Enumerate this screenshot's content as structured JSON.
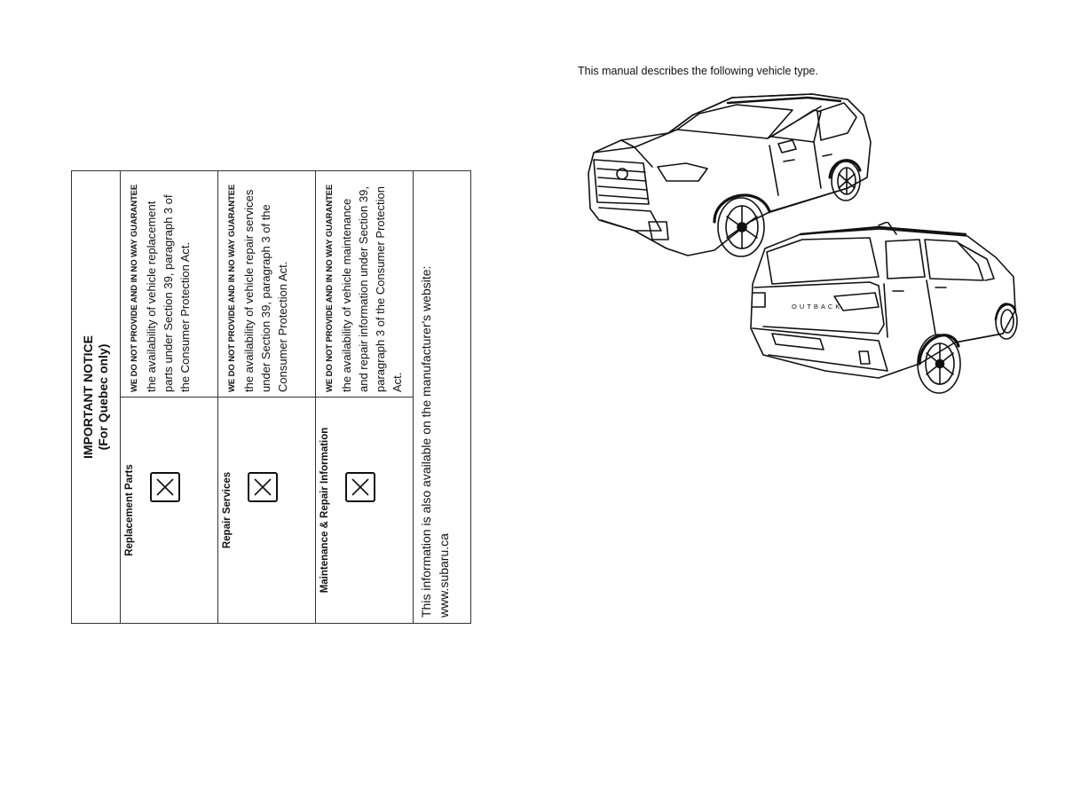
{
  "notice": {
    "title": "IMPORTANT NOTICE",
    "subtitle": "(For Quebec only)",
    "rows": [
      {
        "category": "Replacement Parts",
        "lead": "WE DO NOT PROVIDE AND IN NO WAY GUARANTEE",
        "text": " the availability of vehicle replacement parts under Section 39, paragraph 3 of the Consumer Protection Act."
      },
      {
        "category": "Repair Services",
        "lead": "WE DO NOT PROVIDE AND IN NO WAY GUARANTEE",
        "text": " the availability of vehicle repair services under Section 39, paragraph 3 of the Consumer Protection Act."
      },
      {
        "category": "Maintenance & Repair Information",
        "lead": "WE DO NOT PROVIDE AND IN NO WAY GUARANTEE",
        "text": " the availability of vehicle maintenance and repair information under Section 39, paragraph 3 of the Consumer Protection Act."
      }
    ],
    "footer_line1": "This information is also available on the manufacturer's website:",
    "footer_line2": "www.subaru.ca"
  },
  "manual": {
    "caption": "This manual describes the following vehicle type."
  },
  "vehicle_rear": {
    "badge": "OUTBACK"
  },
  "icons": {
    "checkbox": "x-checkbox-icon"
  }
}
